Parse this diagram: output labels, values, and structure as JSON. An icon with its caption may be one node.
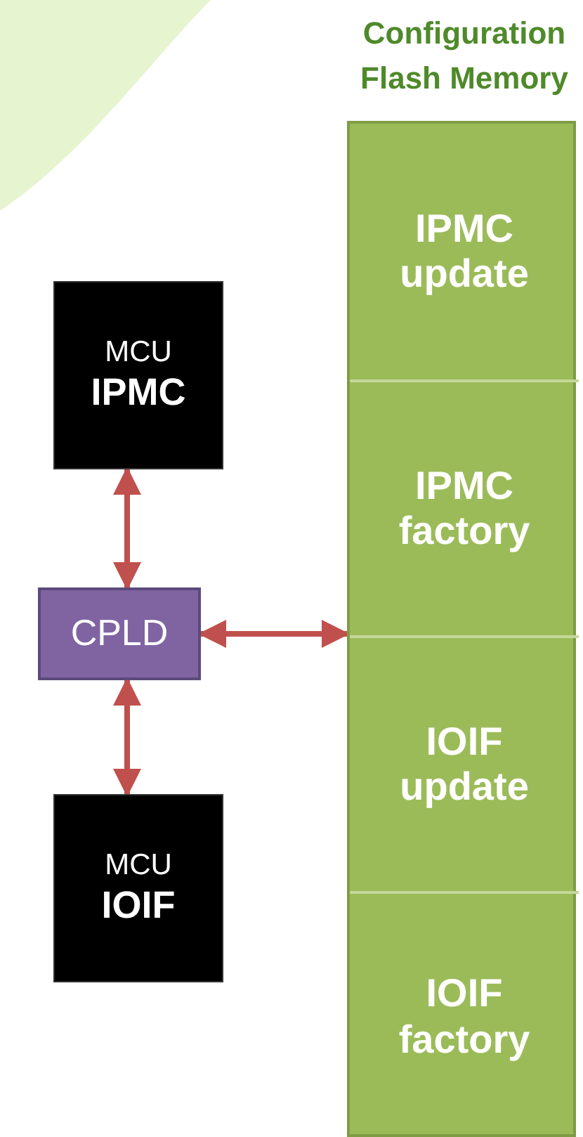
{
  "diagram": {
    "nodes": [
      {
        "text": [
          "MCU",
          "IPMC"
        ]
      },
      {
        "text": [
          "CPLD"
        ]
      },
      {
        "text": [
          "MCU",
          "IOIF"
        ]
      },
      {
        "text": [
          "Configuration Flash Memory"
        ]
      },
      {
        "text": [
          "IPMC update"
        ],
        "in": 3
      },
      {
        "text": [
          "IPMC factory"
        ],
        "in": 3
      },
      {
        "text": [
          "IOIF update"
        ],
        "in": 3
      },
      {
        "text": [
          "IOIF factory"
        ],
        "in": 3
      }
    ],
    "edges": [
      {
        "from": 0,
        "to": 1,
        "arrow": "both"
      },
      {
        "from": 1,
        "to": 2,
        "arrow": "both"
      },
      {
        "from": 1,
        "to": 3,
        "arrow": "both"
      }
    ]
  }
}
